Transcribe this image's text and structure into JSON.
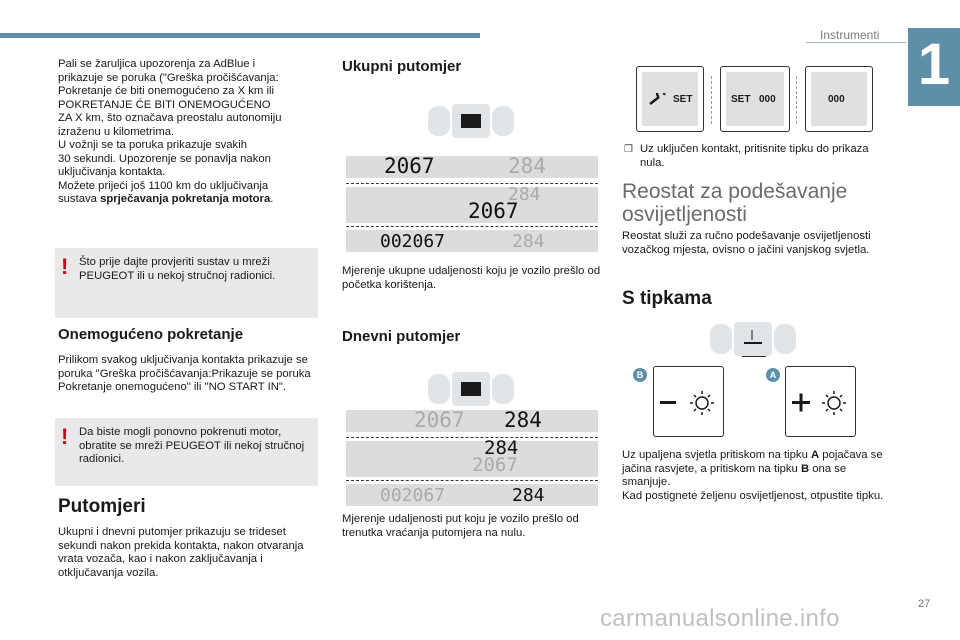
{
  "header": {
    "section": "Instrumenti",
    "chapter": "1",
    "page_number": "27"
  },
  "col1": {
    "intro_lines": [
      "Pali se žaruljica upozorenja za AdBlue i",
      "prikazuje se poruka (\"Greška pročišćavanja:",
      "Pokretanje će biti onemogućeno za X km ili",
      "POKRETANJE ĆE BITI ONEMOGUĆENO",
      "ZA X km, što označava preostalu autonomiju",
      "izraženu u kilometrima.",
      "U vožnji se ta poruka prikazuje svakih",
      "30 sekundi. Upozorenje se ponavlja nakon",
      "uključivanja kontakta.",
      "Možete prijeći još 1100 km do uključivanja"
    ],
    "intro_last_prefix": "sustava ",
    "intro_last_bold": "sprječavanja pokretanja motora",
    "intro_last_suffix": ".",
    "warn1": "Što prije dajte provjeriti sustav u mreži PEUGEOT ili u nekoj stručnoj radionici.",
    "onemog_title": "Onemogućeno pokretanje",
    "onemog_text": "Prilikom svakog uključivanja kontakta prikazuje se poruka \"Greška pročišćavanja:Prikazuje se poruka Pokretanje onemogućeno\" ili \"NO START IN\".",
    "warn2": "Da biste mogli ponovno pokrenuti motor, obratite se mreži PEUGEOT ili nekoj stručnoj radionici.",
    "putomjeri_title": "Putomjeri",
    "putomjeri_text": "Ukupni i dnevni putomjer prikazuju se trideset sekundi nakon prekida kontakta, nakon otvaranja vrata vozača, kao i nakon zaključavanja i otključavanja vozila."
  },
  "col2": {
    "ukupni_title": "Ukupni putomjer",
    "ukupni_caption": "Mjerenje ukupne udaljenosti koju je vozilo prešlo od početka korištenja.",
    "dnevni_title": "Dnevni putomjer",
    "dnevni_caption": "Mjerenje udaljenosti put koju je vozilo prešlo od trenutka vraćanja putomjera na nulu.",
    "odo_total": "2067",
    "odo_trip": "284",
    "odo_total_full": "002067"
  },
  "col3": {
    "btn1": "SET",
    "btn2a": "SET",
    "btn2b": "000",
    "btn3": "000",
    "bullet": "Uz uključen kontakt, pritisnite tipku do prikaza nula.",
    "reostat_title_1": "Reostat za podešavanje",
    "reostat_title_2": "osvijetljenosti",
    "reostat_text": "Reostat služi za ručno podešavanje osvijetljenosti vozačkog mjesta, ovisno o jačini vanjskog svjetla.",
    "s_tipkama_title": "S tipkama",
    "badge_b": "B",
    "badge_a": "A",
    "tip_prefix": "Uz upaljena svjetla pritiskom na tipku ",
    "tip_a": "A",
    "tip_mid": " pojačava se jačina rasvjete, a pritiskom na tipku ",
    "tip_b": "B",
    "tip_suffix": " ona se smanjuje.",
    "tip_last": "Kad postignete željenu osvijetljenost, otpustite tipku."
  },
  "footer": {
    "watermark": "carmanualsonline.info"
  },
  "colors": {
    "accent": "#5f8fa8",
    "warning": "#d0021b",
    "panel": "#e9e9e9"
  },
  "icons": [
    "wrench-icon",
    "brightness-icon",
    "minus-icon",
    "plus-icon",
    "warning-icon"
  ]
}
